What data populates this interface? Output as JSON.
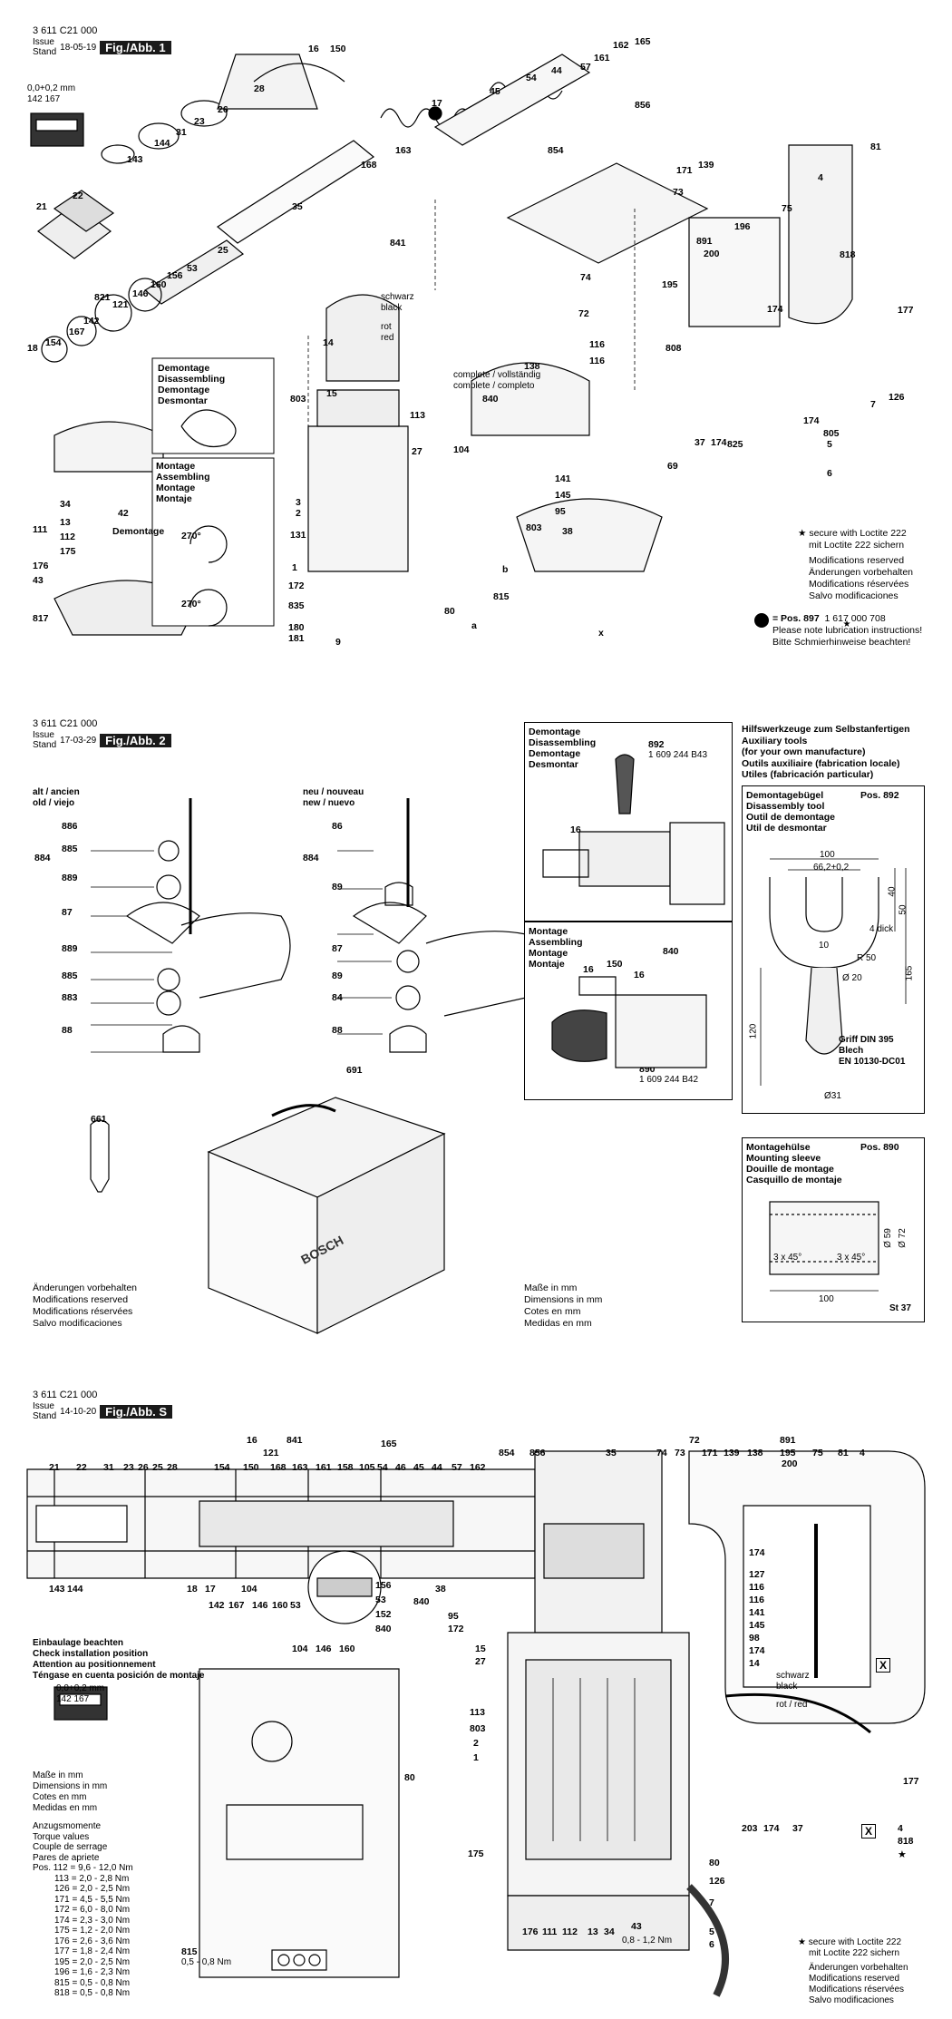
{
  "fig1": {
    "doc_number": "3 611 C21 000",
    "issue_label": [
      "Issue",
      "Stand"
    ],
    "date": "18-05-19",
    "fig_label": "Fig./Abb. 1",
    "tolerance": "0,0+0,2 mm",
    "tol_parts": [
      "142",
      "167"
    ],
    "part_numbers_top": [
      "16",
      "150",
      "28",
      "26",
      "23",
      "31",
      "144",
      "143",
      "21",
      "22",
      "35",
      "25",
      "53",
      "156",
      "160",
      "146",
      "121",
      "821",
      "142",
      "167",
      "154",
      "18",
      "17",
      "45",
      "44",
      "57",
      "54",
      "161",
      "162",
      "165",
      "856",
      "854",
      "168",
      "163",
      "841",
      "171",
      "139",
      "73",
      "81",
      "4",
      "75",
      "196",
      "891",
      "200",
      "195",
      "74",
      "72",
      "116",
      "116",
      "808",
      "174",
      "818",
      "177",
      "126",
      "7",
      "805",
      "5",
      "6",
      "825",
      "174",
      "138",
      "840",
      "104",
      "141",
      "145",
      "95",
      "803",
      "38",
      "69",
      "37",
      "174",
      "x",
      "a",
      "b",
      "815",
      "80",
      "172",
      "835",
      "180",
      "181",
      "9",
      "1",
      "2",
      "3",
      "131",
      "27",
      "113",
      "15",
      "14",
      "803",
      "111",
      "13",
      "112",
      "175",
      "34",
      "176",
      "43",
      "817",
      "42",
      "Demontage",
      "Montage"
    ],
    "schwarz": "schwarz",
    "black": "black",
    "rot": "rot",
    "red": "red",
    "complete_label": [
      "complete / vollständig",
      "complete / completo"
    ],
    "demontage_box": [
      "Demontage",
      "Disassembling",
      "Demontage",
      "Desmontar"
    ],
    "montage_box": [
      "Montage",
      "Assembling",
      "Montage",
      "Montaje"
    ],
    "angle1": "270°",
    "angle2": "270°",
    "loctite_note": [
      "secure with Loctite 222",
      "mit Loctite 222 sichern"
    ],
    "mods_note": [
      "Modifications reserved",
      "Änderungen vorbehalten",
      "Modifications réservées",
      "Salvo modificaciones"
    ],
    "pos897": "= Pos. 897",
    "pos897_num": "1 617 000 708",
    "lubrication": [
      "Please note lubrication instructions!",
      "Bitte Schmierhinweise beachten!"
    ]
  },
  "fig2": {
    "doc_number": "3 611 C21 000",
    "issue_label": [
      "Issue",
      "Stand"
    ],
    "date": "17-03-29",
    "fig_label": "Fig./Abb. 2",
    "old_label": [
      "alt / ancien",
      "old / viejo"
    ],
    "new_label": [
      "neu / nouveau",
      "new / nuevo"
    ],
    "old_parts": [
      "886",
      "885",
      "889",
      "87",
      "889",
      "885",
      "883",
      "88",
      "884"
    ],
    "new_parts": [
      "86",
      "89",
      "87",
      "89",
      "84",
      "88",
      "884"
    ],
    "case_part": "691",
    "tube_part": "661",
    "brand": "BOSCH",
    "mods_note": [
      "Änderungen vorbehalten",
      "Modifications reserved",
      "Modifications réservées",
      "Salvo modificaciones"
    ],
    "dims_note": [
      "Maße in mm",
      "Dimensions in mm",
      "Cotes en mm",
      "Medidas en mm"
    ],
    "demontage_box": [
      "Demontage",
      "Disassembling",
      "Demontage",
      "Desmontar"
    ],
    "demontage_part": "892",
    "demontage_num": "1 609 244 B43",
    "demontage_ref": "16",
    "montage_box": [
      "Montage",
      "Assembling",
      "Montage",
      "Montaje"
    ],
    "montage_parts": [
      "16",
      "150",
      "16",
      "840"
    ],
    "montage_part": "890",
    "montage_num": "1 609 244 B42",
    "aux_title": [
      "Hilfswerkzeuge zum Selbstanfertigen",
      "Auxiliary tools",
      "(for your own manufacture)",
      "Outils auxiliaire (fabrication locale)",
      "Utiles (fabricación particular)"
    ],
    "bugel_title": [
      "Demontagebügel",
      "Disassembly tool",
      "Outil de demontage",
      "Util de desmontar"
    ],
    "bugel_pos": "Pos. 892",
    "bugel_dims": [
      "100",
      "66,2+0,2",
      "40",
      "50",
      "4 dick",
      "10",
      "R 50",
      "Ø 20",
      "165",
      "120",
      "Ø31"
    ],
    "griff": [
      "Griff DIN 395",
      "Blech",
      "EN 10130-DC01"
    ],
    "sleeve_title": [
      "Montagehülse",
      "Mounting sleeve",
      "Douille de montage",
      "Casquillo de montaje"
    ],
    "sleeve_pos": "Pos. 890",
    "sleeve_dims": [
      "3 x 45°",
      "3 x 45°",
      "Ø 59",
      "Ø 72",
      "100",
      "St 37"
    ]
  },
  "figS": {
    "doc_number": "3 611 C21 000",
    "issue_label": [
      "Issue",
      "Stand"
    ],
    "date": "14-10-20",
    "fig_label": "Fig./Abb. S",
    "top_callouts": [
      "21",
      "22",
      "31",
      "23",
      "26",
      "25",
      "28",
      "154",
      "16",
      "150",
      "121",
      "168",
      "163",
      "841",
      "161",
      "158",
      "105",
      "54",
      "46",
      "45",
      "44",
      "57",
      "162",
      "165",
      "854",
      "856",
      "35",
      "74",
      "73",
      "72",
      "171",
      "139",
      "138",
      "195",
      "891",
      "200",
      "75",
      "81",
      "4"
    ],
    "left_bottom": [
      "143",
      "144",
      "18",
      "17",
      "142",
      "167",
      "104",
      "146",
      "160",
      "53",
      "38",
      "840",
      "95",
      "172",
      "15",
      "27"
    ],
    "right_callouts": [
      "174",
      "127",
      "116",
      "116",
      "141",
      "145",
      "98",
      "174",
      "14"
    ],
    "inset_callouts": [
      "156",
      "53",
      "152",
      "840",
      "104",
      "146",
      "160"
    ],
    "install_note": [
      "Einbaulage beachten",
      "Check installation position",
      "Attention au positionnement",
      "Téngase en cuenta posición de montaje"
    ],
    "tolerance": "0,0+0,2 mm",
    "tol_parts": [
      "142",
      "167"
    ],
    "dims_note": [
      "Maße in mm",
      "Dimensions in mm",
      "Cotes en mm",
      "Medidas en mm"
    ],
    "torque_title": [
      "Anzugsmomente",
      "Torque values",
      "Couple de serrage",
      "Pares de apriete"
    ],
    "torque": [
      "Pos. 112 = 9,6 - 12,0 Nm",
      "113 = 2,0 - 2,8 Nm",
      "126 = 2,0 - 2,5 Nm",
      "171 = 4,5 - 5,5 Nm",
      "172 = 6,0 - 8,0 Nm",
      "174 = 2,3 - 3,0 Nm",
      "175 = 1,2 - 2,0 Nm",
      "176 = 2,6 - 3,6 Nm",
      "177 = 1,8 - 2,4 Nm",
      "195 = 2,0 - 2,5 Nm",
      "196 = 1,6 - 2,3 Nm",
      "815 = 0,5 - 0,8 Nm",
      "818 = 0,5 - 0,8 Nm"
    ],
    "mid_callouts": [
      "113",
      "803",
      "2",
      "1",
      "175"
    ],
    "bottom_callouts": [
      "176",
      "111",
      "112",
      "13",
      "34",
      "43",
      "203",
      "174",
      "37",
      "80",
      "126",
      "7",
      "5",
      "6"
    ],
    "bottom_torque": "0,8 - 1,2 Nm",
    "part_80": "80",
    "part_815": "815",
    "part_815_torque": "0,5 - 0,8 Nm",
    "schwarz": "schwarz",
    "black": "black",
    "rot": "rot / red",
    "x_mark": "X",
    "part_177": "177",
    "x_parts": [
      "4",
      "818"
    ],
    "loctite_note": [
      "secure with Loctite 222",
      "mit Loctite 222 sichern"
    ],
    "mods_note": [
      "Änderungen vorbehalten",
      "Modifications reserved",
      "Modifications réservées",
      "Salvo modificaciones"
    ]
  }
}
